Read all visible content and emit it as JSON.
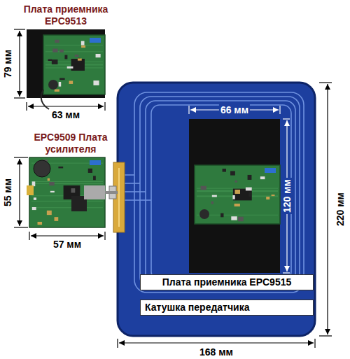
{
  "diagram": {
    "nodes": [
      {
        "text": [
          "Плата приемника EPC9513"
        ]
      },
      {
        "text": [
          "EPC9509 Плата усилителя"
        ]
      },
      {
        "text": [
          "Катушка передатчика"
        ]
      },
      {
        "text": [
          "Плата приемника EPC9515"
        ],
        "in": 2
      }
    ],
    "edges": [
      {
        "from": 1,
        "to": 2,
        "arrow": "none"
      }
    ],
    "labels": [
      "79 мм",
      "63 мм",
      "55 мм",
      "57 мм",
      "66 мм",
      "120 мм",
      "220 мм",
      "168 мм"
    ]
  }
}
